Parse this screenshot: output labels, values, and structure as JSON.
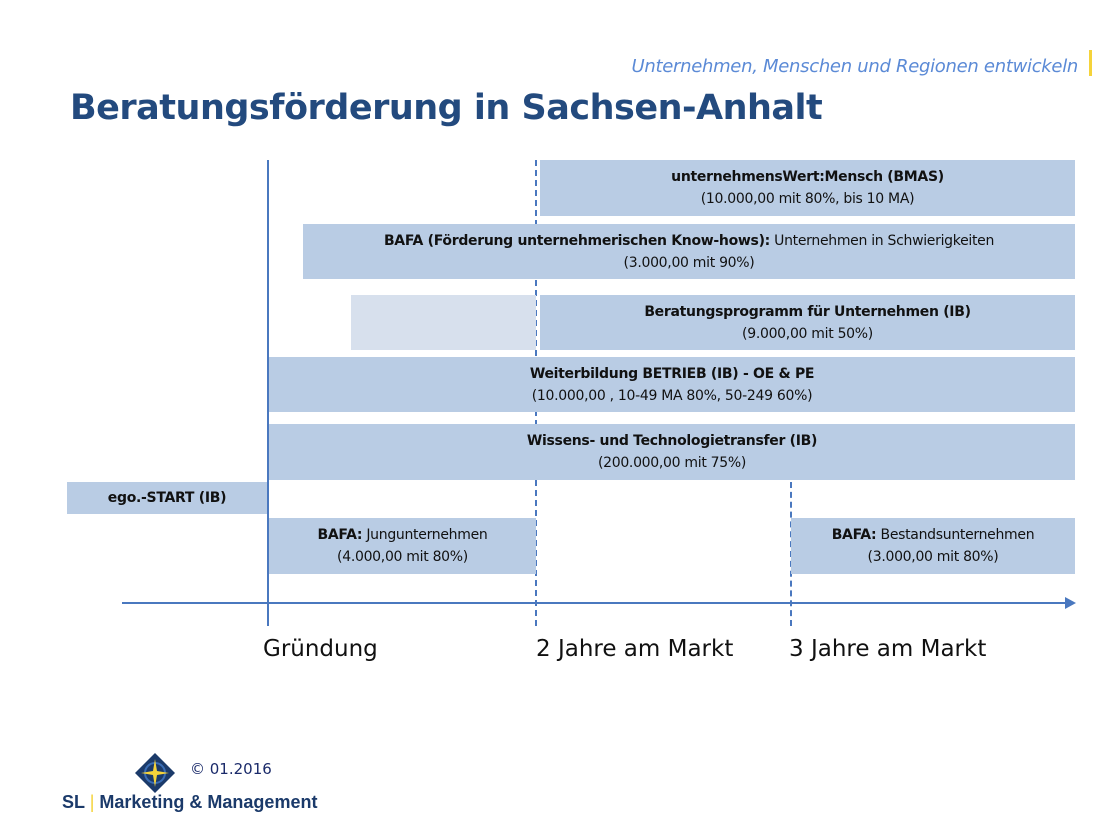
{
  "tagline": "Unternehmen, Menschen und Regionen entwickeln",
  "title": "Beratungsförderung in Sachsen-Anhalt",
  "bars": [
    {
      "bold": "unternehmensWert:Mensch (BMAS)",
      "rest": "",
      "line2": "(10.000,00 mit 80%, bis 10 MA)"
    },
    {
      "bold": "BAFA (Förderung unternehmerischen Know-hows):",
      "rest": " Unternehmen in Schwierigkeiten",
      "line2": "(3.000,00 mit 90%)"
    },
    {
      "bold": "Beratungsprogramm für Unternehmen (IB)",
      "rest": "",
      "line2": "(9.000,00 mit 50%)"
    },
    {
      "bold": "Weiterbildung BETRIEB (IB) - OE & PE",
      "rest": "",
      "line2": "(10.000,00 , 10-49 MA 80%, 50-249 60%)"
    },
    {
      "bold": "Wissens- und Technologietransfer (IB)",
      "rest": "",
      "line2": "(200.000,00  mit 75%)"
    },
    {
      "bold": "ego.-START (IB)",
      "rest": "",
      "line2": ""
    },
    {
      "bold": "BAFA:",
      "rest": " Jungunternehmen",
      "line2": "(4.000,00 mit 80%)"
    },
    {
      "bold": "BAFA:",
      "rest": " Bestandsunternehmen",
      "line2": "(3.000,00 mit 80%)"
    }
  ],
  "axis": {
    "labels": [
      "Gründung",
      "2 Jahre am Markt",
      "3 Jahre am Markt"
    ]
  },
  "footer": {
    "copyright": "© 01.2016",
    "brand_a": "SL",
    "brand_sep": "|",
    "brand_b": "Marketing & Management"
  }
}
